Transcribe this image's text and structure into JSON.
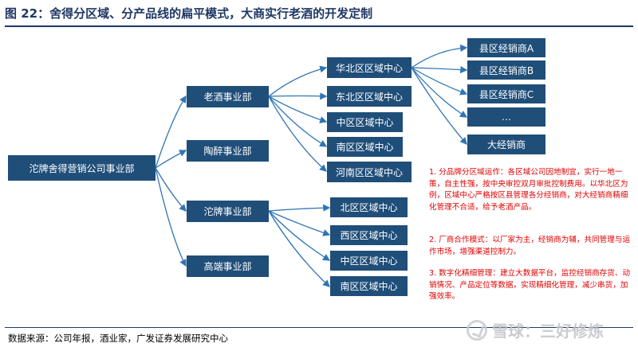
{
  "figure": {
    "title": "图 22：舍得分区域、分产品线的扁平模式，大商实行老酒的开发定制",
    "source": "数据来源：公司年报，酒业家，广发证券发展研究中心"
  },
  "nodes": {
    "root": "沱牌舍得营销公司事业部",
    "laojiu": "老酒事业部",
    "taozui": "陶醉事业部",
    "tuopai": "沱牌事业部",
    "gaoduan": "高端事业部",
    "huabei": "华北区区域中心",
    "dongbei": "东北区区域中心",
    "zhongqu1": "中区区域中心",
    "nanqu1": "南区区域中心",
    "henan": "河南区区域中心",
    "beiqu": "北区区域中心",
    "xiqu": "西区区域中心",
    "zhongqu2": "中区区域中心",
    "nanqu2": "南区区域中心",
    "dealer_a": "县区经销商A",
    "dealer_b": "县区经销商B",
    "dealer_c": "县区经销商C",
    "dealer_more": "…",
    "big_dealer": "大经销商"
  },
  "notes": [
    "1. 分品牌分区域运作：各区域公司因地制宜，实行一地一策，自主性强，按中央审控双月审批控制费用。以华北区为例，区域中心严格按区县管理各分经销商，对大经销商精细化管理不合适，给予老酒产品。",
    "2. 厂商合作模式：以厂家为主，经销商为辅，共同管理与运作市场，增强渠道控制力。",
    "3. 数字化精细管理：建立大数据平台，监控经销商存货、动销情况、产品定位等数据，实现精细化管理，减少串货，加强效率。"
  ],
  "watermark": "雪球：三好修炼",
  "colors": {
    "box_fill": "#1f4e79",
    "box_text": "#ffffff",
    "title": "#1f3864",
    "note_text": "#e00000",
    "connector": "#2e75b6"
  }
}
